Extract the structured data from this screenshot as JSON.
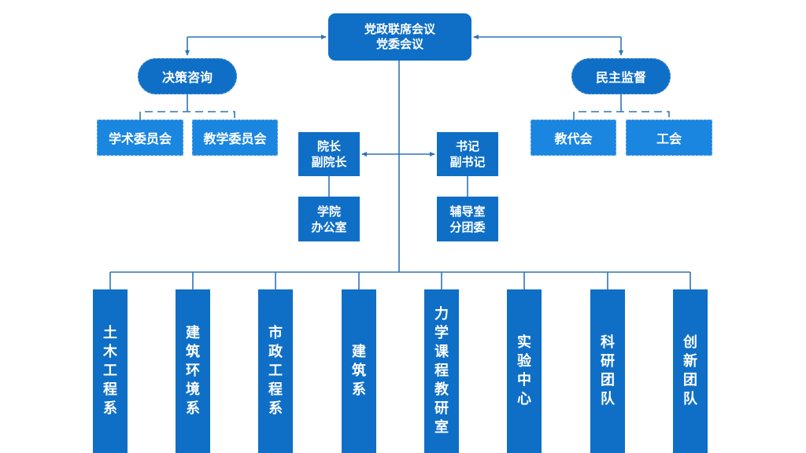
{
  "colors": {
    "primary": "#0f6fc6",
    "secondary": "#1a86e0",
    "line": "#2e75b6"
  },
  "top_node": {
    "line1": "党政联席会议",
    "line2": "党委会议"
  },
  "left_branch": {
    "title": "决策咨询",
    "children": [
      "学术委员会",
      "教学委员会"
    ]
  },
  "right_branch": {
    "title": "民主监督",
    "children": [
      "教代会",
      "工会"
    ]
  },
  "admin": {
    "line1": "院长",
    "line2": "副院长",
    "sub_line1": "学院",
    "sub_line2": "办公室"
  },
  "party": {
    "line1": "书记",
    "line2": "副书记",
    "sub_line1": "辅导室",
    "sub_line2": "分团委"
  },
  "departments": [
    {
      "name": "土木工程系"
    },
    {
      "name": "建筑环境系"
    },
    {
      "name": "市政工程系"
    },
    {
      "name": "建筑系"
    },
    {
      "name": "力学课程教研室"
    },
    {
      "name": "实验中心"
    },
    {
      "name": "科研团队"
    },
    {
      "name": "创新团队"
    }
  ]
}
